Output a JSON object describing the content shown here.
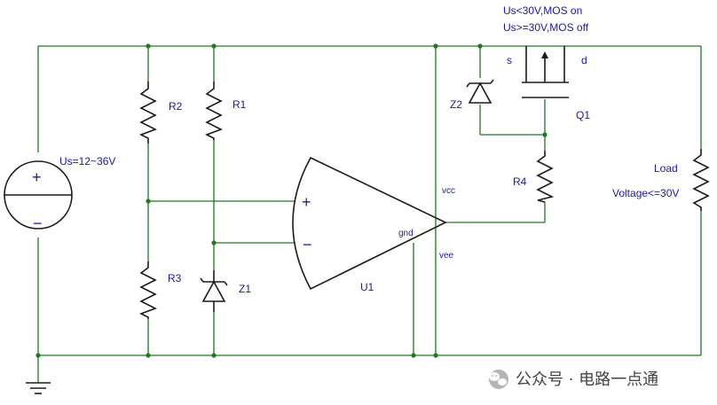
{
  "labels": {
    "note_on": "Us<30V,MOS on",
    "note_off": "Us>=30V,MOS off",
    "source": "Us=12~36V",
    "r2": "R2",
    "r1": "R1",
    "r3": "R3",
    "r4": "R4",
    "z1": "Z1",
    "z2": "Z2",
    "q1": "Q1",
    "u1": "U1",
    "pin_s": "s",
    "pin_d": "d",
    "pin_vcc": "vcc",
    "pin_vee": "vee",
    "pin_gnd": "gnd",
    "load": "Load",
    "load_voltage": "Voltage<=30V",
    "plus": "+",
    "minus": "−",
    "src_plus": "+",
    "src_minus": "−"
  },
  "watermark": {
    "text": "公众号 · 电路一点通",
    "icon": "wechat-icon"
  },
  "colors": {
    "wire": "#1f7a1f",
    "component": "#1a1a1a",
    "label": "#1a1aa0"
  }
}
